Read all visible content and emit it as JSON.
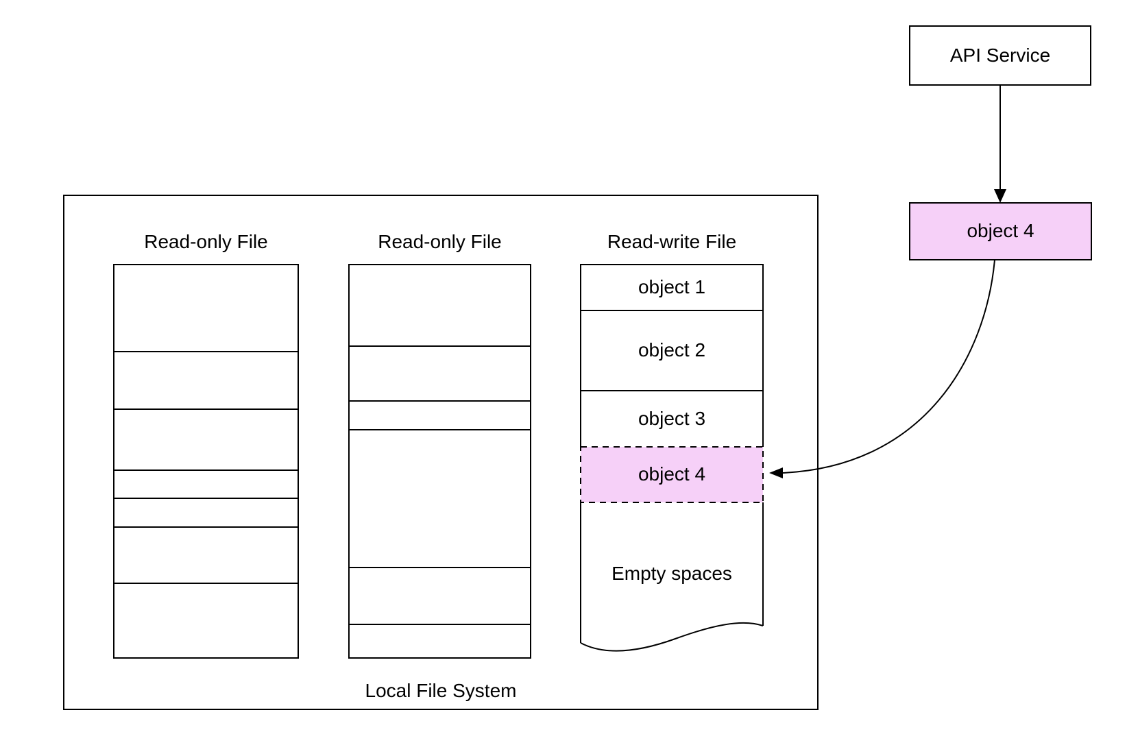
{
  "diagram": {
    "api_service": {
      "label": "API Service"
    },
    "incoming_object": {
      "label": "object 4"
    },
    "local_file_system": {
      "label": "Local File System",
      "files": [
        {
          "title": "Read-only File",
          "type": "read-only"
        },
        {
          "title": "Read-only File",
          "type": "read-only"
        },
        {
          "title": "Read-write File",
          "type": "read-write",
          "objects": [
            "object 1",
            "object 2",
            "object 3",
            "object 4"
          ],
          "empty_label": "Empty spaces"
        }
      ]
    },
    "colors": {
      "highlight_fill": "#f6d0f8",
      "line": "#000000"
    }
  }
}
